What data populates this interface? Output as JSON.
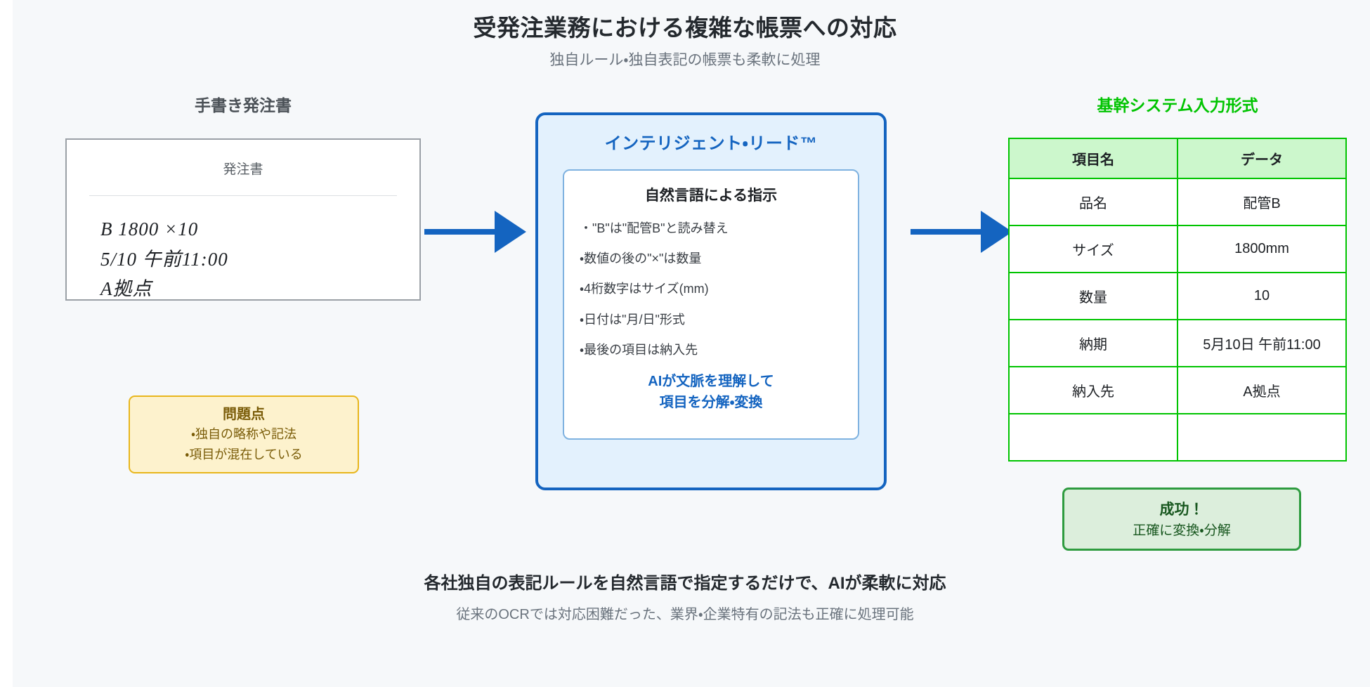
{
  "header": {
    "title": "受発注業務における複雑な帳票への対応",
    "subtitle": "独自ルール・独自表記の帳票も柔軟に処理"
  },
  "colors": {
    "page_background": "#f6f8fa",
    "accent_blue": "#1464c0",
    "accent_green": "#00c400",
    "success_green": "#2e9b3f",
    "warning_yellow": "#e8b61c"
  },
  "left_column": {
    "label": "手書き発注書",
    "document": {
      "heading": "発注書",
      "handwritten_lines": [
        "B 1800 ×10",
        "5/10 午前11:00",
        "A拠点"
      ]
    },
    "problem_note": {
      "title": "問題点",
      "lines": [
        "・独自の略称や記法",
        "・項目が混在している"
      ]
    }
  },
  "arrows": [
    {
      "name": "arrow-doc-to-ai",
      "direction": "right"
    },
    {
      "name": "arrow-ai-to-table",
      "direction": "right"
    }
  ],
  "center_column": {
    "panel_title": "インテリジェント・リード™",
    "inner": {
      "title": "自然言語による指示",
      "rules": [
        "・\"B\"は\"配管B\"と読み替え",
        "・数値の後の\"×\"は数量",
        "・4桁数字はサイズ(mm)",
        "・日付は\"月/日\"形式",
        "・最後の項目は納入先"
      ],
      "conclusion_line_1": "AIが文脈を理解して",
      "conclusion_line_2": "項目を分解・変換"
    }
  },
  "right_column": {
    "label": "基幹システム入力形式",
    "table": {
      "columns": [
        "項目名",
        "データ"
      ],
      "rows": [
        [
          "品名",
          "配管B"
        ],
        [
          "サイズ",
          "1800mm"
        ],
        [
          "数量",
          "10"
        ],
        [
          "納期",
          "5月10日 午前11:00"
        ],
        [
          "納入先",
          "A拠点"
        ],
        [
          "",
          ""
        ]
      ]
    },
    "success_note": {
      "title": "成功！",
      "line": "正確に変換・分解"
    }
  },
  "footer": {
    "title": "各社独自の表記ルールを自然言語で指定するだけで、AIが柔軟に対応",
    "subtitle": "従来のOCRでは対応困難だった、業界・企業特有の記法も正確に処理可能"
  }
}
